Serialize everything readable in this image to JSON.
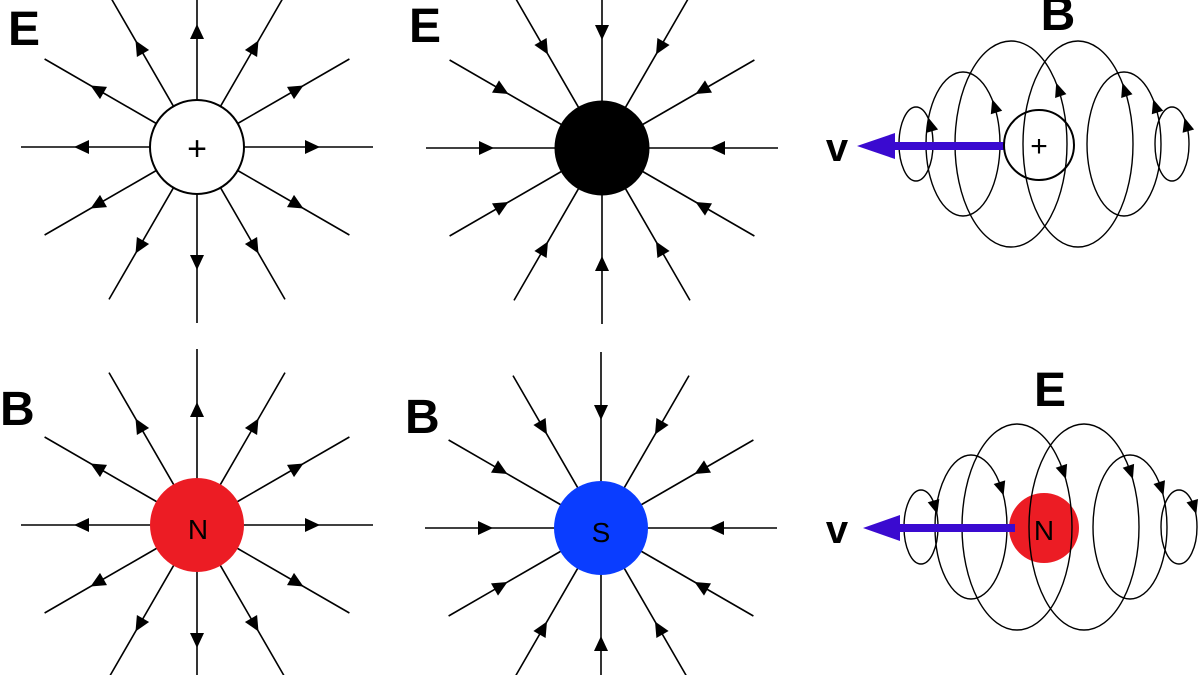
{
  "figure": {
    "title": "Electric and magnetic fields of charges and monopoles, static and moving",
    "panels": [
      {
        "id": "positive-charge-static",
        "field_label": "E",
        "source_symbol": "+",
        "source_kind": "positive electric charge",
        "source_fill": "#ffffff",
        "source_stroke": "#000000",
        "symbol_color": "#000000",
        "field_direction": "outward",
        "line_count": 12
      },
      {
        "id": "negative-charge-static",
        "field_label": "E",
        "source_symbol": "−",
        "source_kind": "negative electric charge",
        "source_fill": "#000000",
        "source_stroke": "#000000",
        "symbol_color": "#ffffff",
        "field_direction": "inward",
        "line_count": 12
      },
      {
        "id": "positive-charge-moving",
        "field_label": "B",
        "source_symbol": "+",
        "source_kind": "moving positive electric charge",
        "source_fill": "none",
        "source_stroke": "#000000",
        "symbol_color": "#000000",
        "velocity_label": "v",
        "loop_direction": "up-on-right",
        "loop_count": 6
      },
      {
        "id": "north-monopole-static",
        "field_label": "B",
        "source_symbol": "N",
        "source_kind": "magnetic north monopole",
        "source_fill": "#ec1c24",
        "source_stroke": "none",
        "symbol_color": "#000000",
        "field_direction": "outward",
        "line_count": 12
      },
      {
        "id": "south-monopole-static",
        "field_label": "B",
        "source_symbol": "S",
        "source_kind": "magnetic south monopole",
        "source_fill": "#0a3dff",
        "source_stroke": "none",
        "symbol_color": "#000000",
        "field_direction": "inward",
        "line_count": 12
      },
      {
        "id": "north-monopole-moving",
        "field_label": "E",
        "source_symbol": "N",
        "source_kind": "moving magnetic north monopole",
        "source_fill": "#ec1c24",
        "source_stroke": "none",
        "symbol_color": "#000000",
        "velocity_label": "v",
        "loop_direction": "down-on-right",
        "loop_count": 6
      }
    ],
    "colors": {
      "line": "#000000",
      "velocity_arrow": "#3a0ad0",
      "background": "#ffffff"
    }
  }
}
